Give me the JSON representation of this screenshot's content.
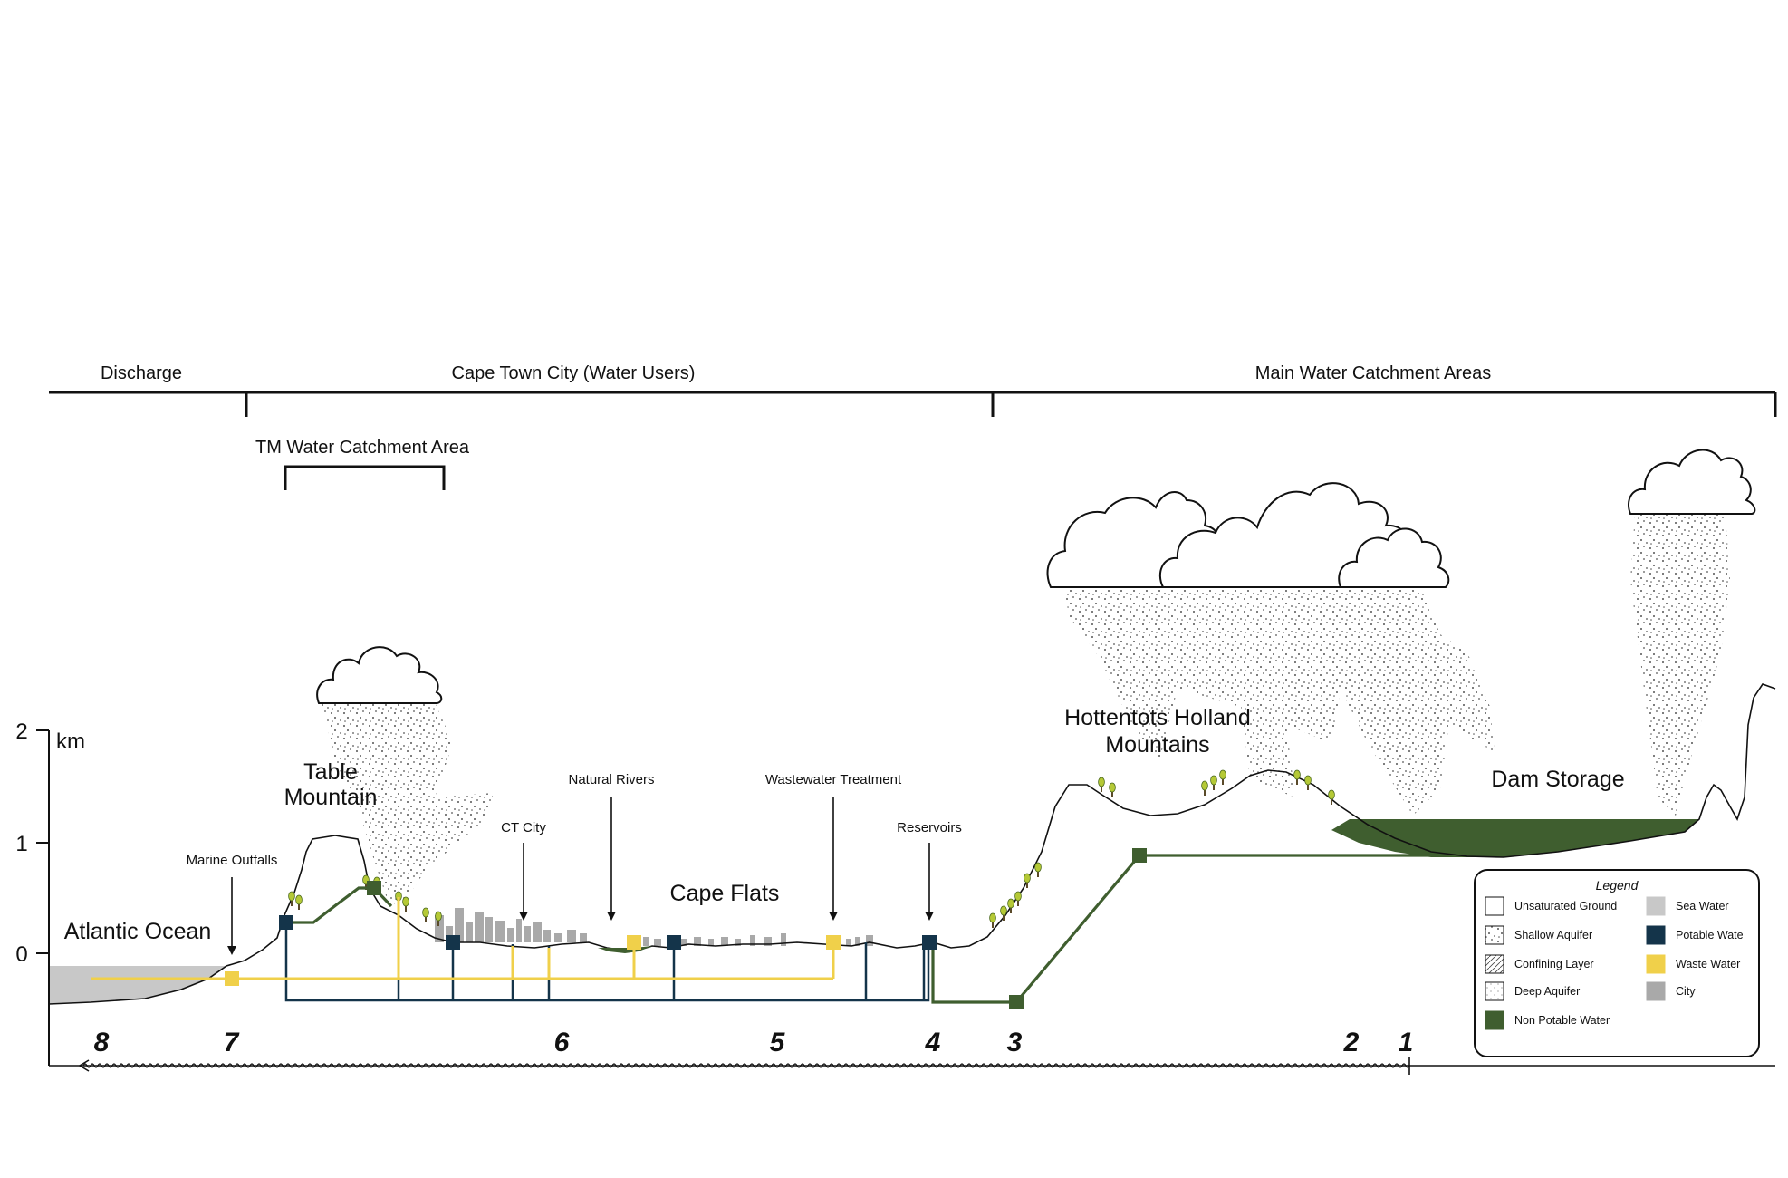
{
  "colors": {
    "potable": "#14344a",
    "waste": "#f0d04a",
    "nonpotable": "#3f5e2f",
    "sea": "#c8c8c8",
    "city": "#a9a9a9",
    "tree": "#b5c936",
    "line": "#111111"
  },
  "header": {
    "discharge": "Discharge",
    "city_users": "Cape Town City (Water Users)",
    "catchment": "Main Water Catchment Areas",
    "tm_catchment": "TM Water Catchment Area"
  },
  "axis": {
    "unit": "km",
    "ticks": [
      "2",
      "1",
      "0"
    ]
  },
  "labels": {
    "atlantic": "Atlantic Ocean",
    "table_mountain_1": "Table",
    "table_mountain_2": "Mountain",
    "cape_flats": "Cape Flats",
    "hottentots_1": "Hottentots Holland",
    "hottentots_2": "Mountains",
    "dam_storage": "Dam Storage"
  },
  "callouts": {
    "marine_outfalls": "Marine Outfalls",
    "ct_city": "CT City",
    "natural_rivers": "Natural Rivers",
    "wastewater": "Wastewater Treatment",
    "reservoirs": "Reservoirs"
  },
  "stations": [
    "8",
    "7",
    "6",
    "5",
    "4",
    "3",
    "2",
    "1"
  ],
  "legend": {
    "title": "Legend",
    "items": [
      {
        "label": "Unsaturated Ground",
        "swatch": "outline"
      },
      {
        "label": "Sea Water",
        "swatch": "sea"
      },
      {
        "label": "Shallow Aquifer",
        "swatch": "dots"
      },
      {
        "label": "Potable Wate",
        "swatch": "potable"
      },
      {
        "label": "Confining Layer",
        "swatch": "hatch"
      },
      {
        "label": "Waste Water",
        "swatch": "waste"
      },
      {
        "label": "Deep Aquifer",
        "swatch": "sparse"
      },
      {
        "label": "City",
        "swatch": "city"
      },
      {
        "label": "Non Potable Water",
        "swatch": "nonpotable"
      }
    ]
  }
}
